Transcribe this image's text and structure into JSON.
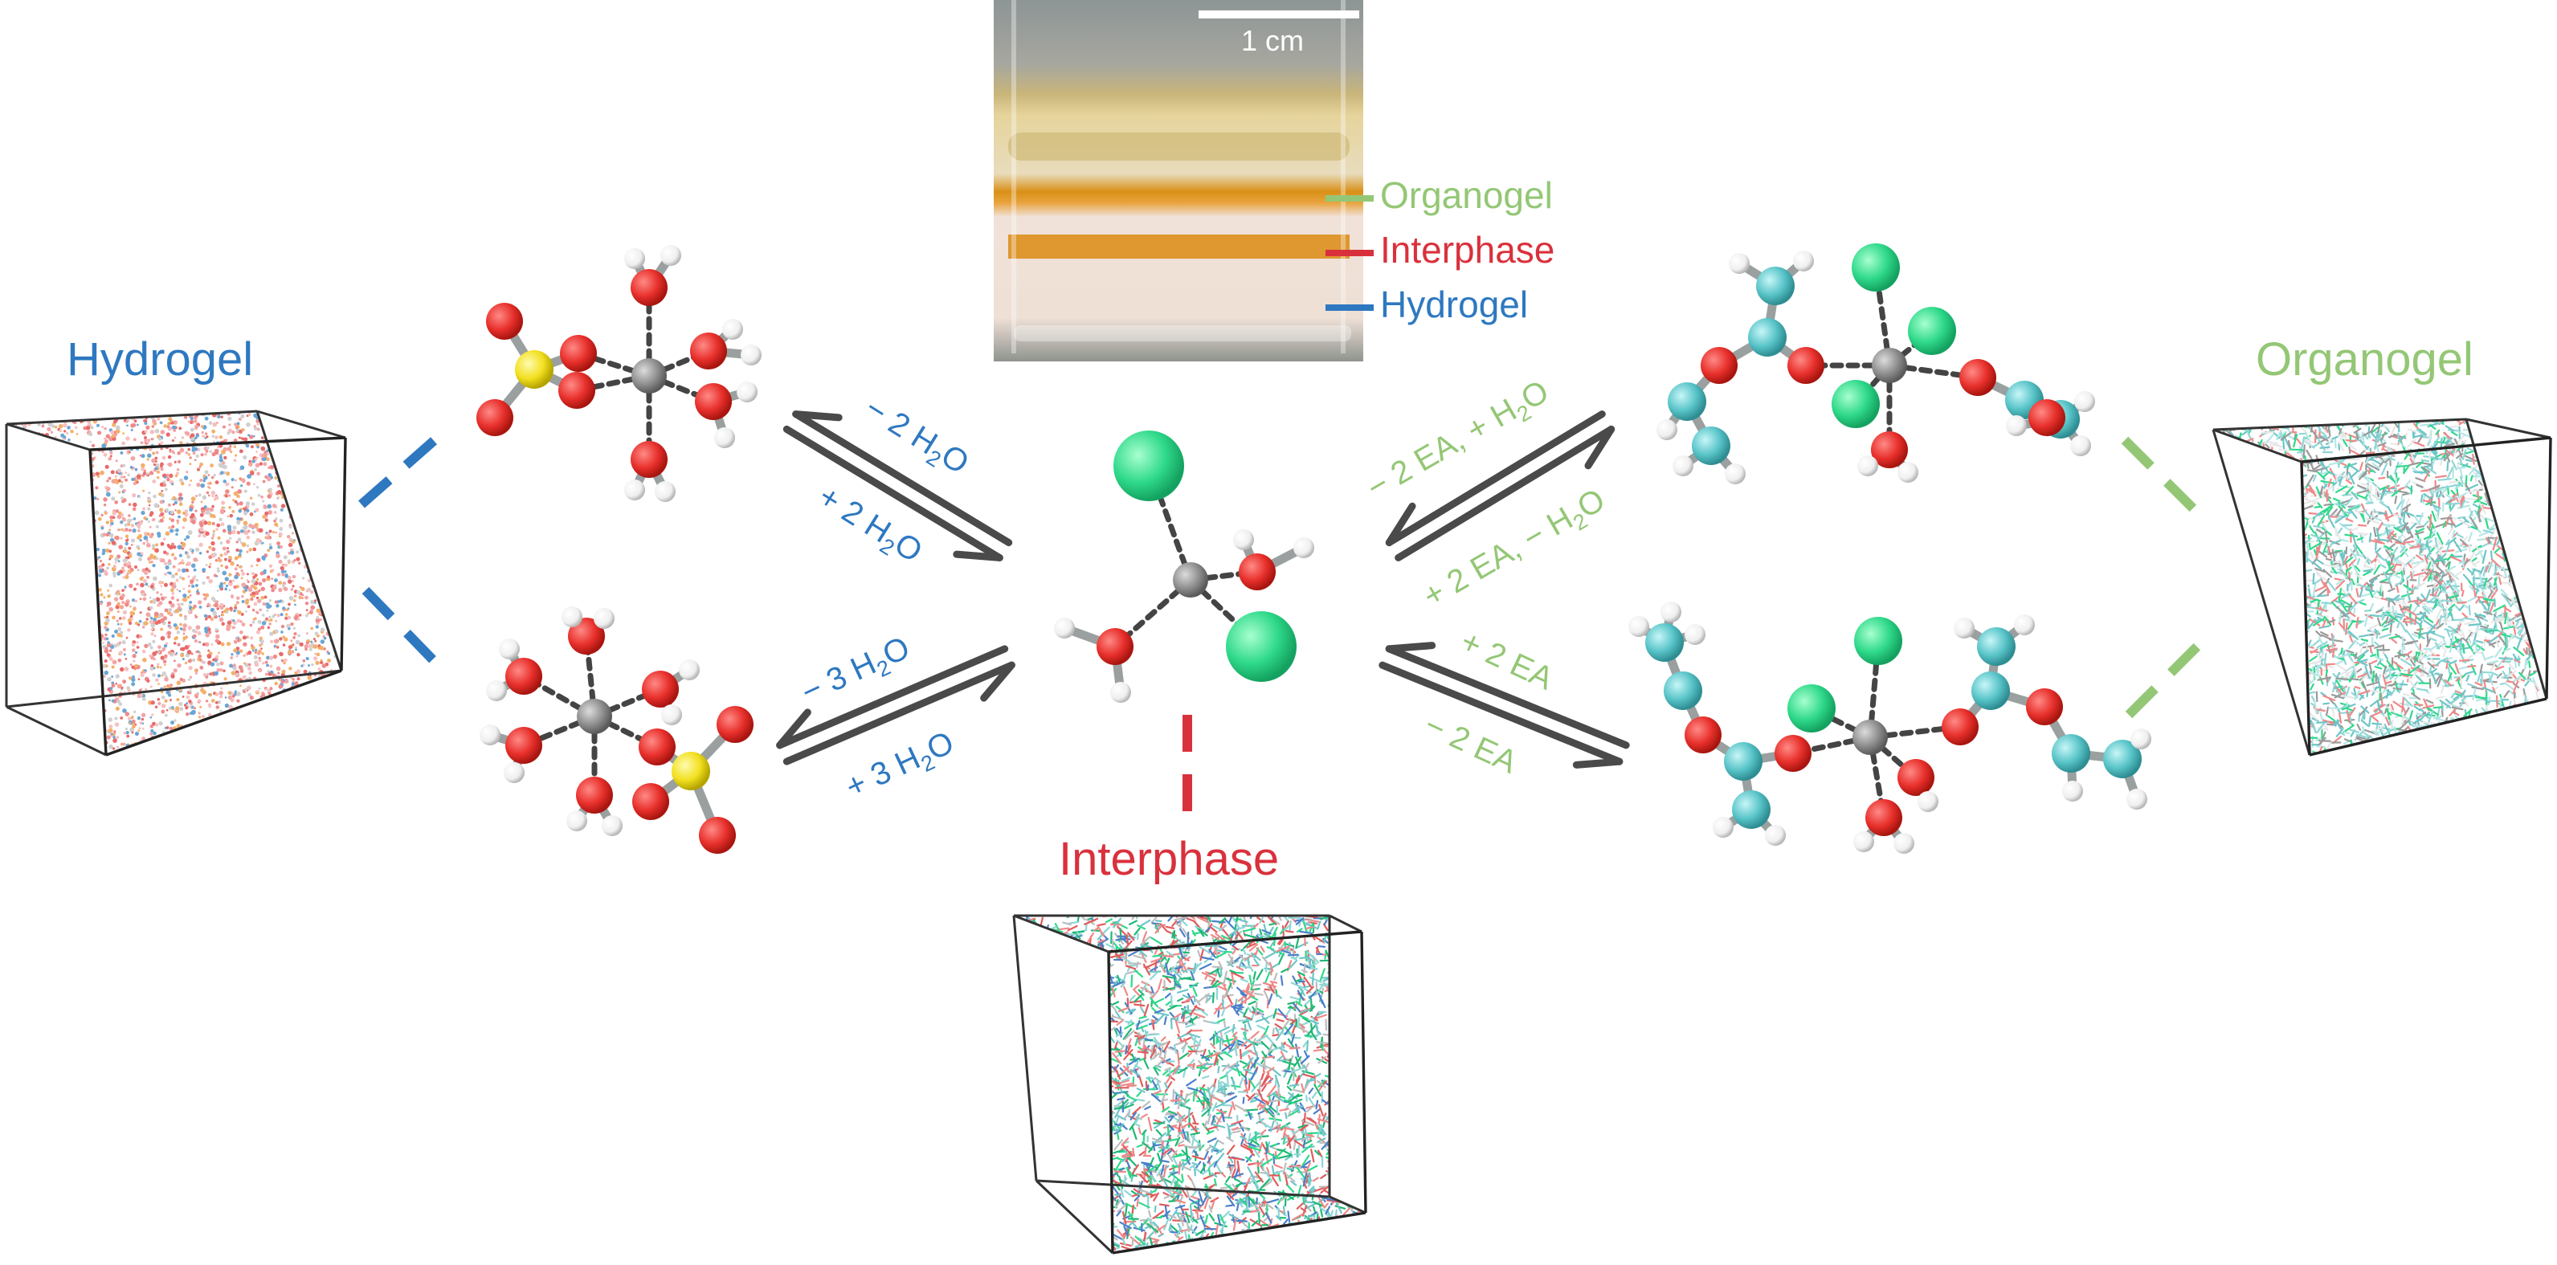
{
  "colors": {
    "hydrogel": "#2e78c0",
    "organogel": "#94c775",
    "interphase": "#d9313c",
    "arrow": "#4a4a4a",
    "carbon_ea": "#58c4c8",
    "chlorine": "#2fd98a",
    "oxygen": "#e8302c",
    "sulfur": "#f2e020",
    "zinc": "#8f8f8f",
    "hydrogen": "#f2f2f2"
  },
  "titles": {
    "hydrogel": "Hydrogel",
    "organogel": "Organogel",
    "interphase": "Interphase"
  },
  "photo": {
    "scale_bar": "1 cm",
    "layer_labels": {
      "organogel": "Organogel",
      "interphase": "Interphase",
      "hydrogel": "Hydrogel"
    }
  },
  "equilibria": {
    "left_top": {
      "forward": [
        "− 2 H",
        "2",
        "O"
      ],
      "reverse": [
        "+ 2 H",
        "2",
        "O"
      ]
    },
    "left_bottom": {
      "forward": [
        "− 3 H",
        "2",
        "O"
      ],
      "reverse": [
        "+ 3 H",
        "2",
        "O"
      ]
    },
    "right_top": {
      "forward": [
        "− 2 EA, + H",
        "2",
        "O"
      ],
      "reverse": [
        "+ 2 EA, − H",
        "2",
        "O"
      ]
    },
    "right_bottom": {
      "forward": [
        "+ 2 EA"
      ],
      "reverse": [
        "− 2 EA"
      ]
    }
  },
  "icons": {
    "simulation_boxes": [
      "hydrogel-simulation-box-icon",
      "organogel-simulation-box-icon",
      "interphase-simulation-box-icon"
    ],
    "molecules": [
      "zinc-sulfate-hexahydrate-icon",
      "zinc-aqua-sulfate-icon",
      "zinc-chloride-dihydrate-icon",
      "zinc-ea-chloride-icon",
      "zinc-bis-ea-icon"
    ],
    "vial_photo": "vial-photo-icon"
  }
}
